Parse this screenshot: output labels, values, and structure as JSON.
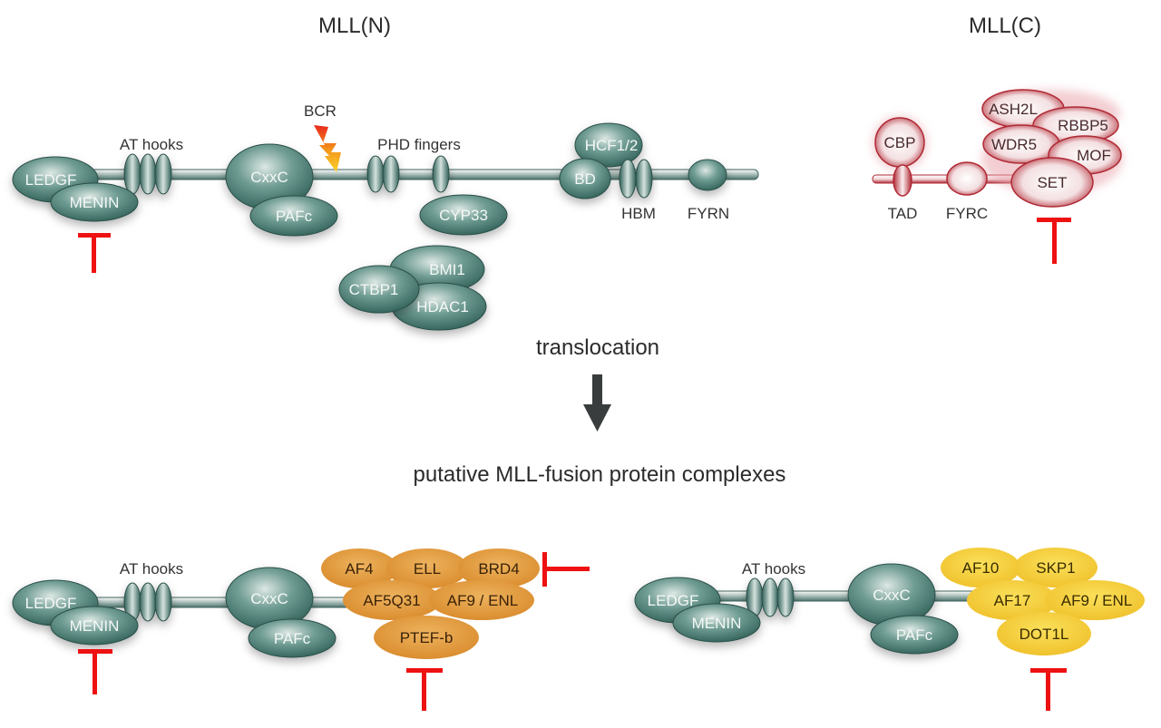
{
  "top": {
    "mll_n": {
      "title": "MLL(N)",
      "at_hooks": "AT hooks",
      "bcr": "BCR",
      "phd": "PHD fingers",
      "ledgf": "LEDGF",
      "menin": "MENIN",
      "cxxc": "CxxC",
      "pafc": "PAFc",
      "cyp33": "CYP33",
      "hcf": "HCF1/2",
      "bd": "BD",
      "hbm": "HBM",
      "fyrn": "FYRN",
      "bmi1": "BMI1",
      "ctbp1": "CTBP1",
      "hdac1": "HDAC1"
    },
    "mll_c": {
      "title": "MLL(C)",
      "cbp": "CBP",
      "ash2l": "ASH2L",
      "rbbp5": "RBBP5",
      "wdr5": "WDR5",
      "mof": "MOF",
      "set": "SET",
      "tad": "TAD",
      "fyrc": "FYRC"
    }
  },
  "middle": {
    "translocation": "translocation",
    "subtitle": "putative MLL-fusion protein complexes"
  },
  "bottom_left": {
    "at_hooks": "AT hooks",
    "ledgf": "LEDGF",
    "menin": "MENIN",
    "cxxc": "CxxC",
    "pafc": "PAFc",
    "af4": "AF4",
    "ell": "ELL",
    "brd4": "BRD4",
    "af5q31": "AF5Q31",
    "af9enl": "AF9 / ENL",
    "ptefb": "PTEF-b"
  },
  "bottom_right": {
    "at_hooks": "AT hooks",
    "ledgf": "LEDGF",
    "menin": "MENIN",
    "cxxc": "CxxC",
    "pafc": "PAFc",
    "af10": "AF10",
    "skp1": "SKP1",
    "af17": "AF17",
    "af9enl": "AF9 / ENL",
    "dot1l": "DOT1L"
  },
  "colors": {
    "teal": "#3f7a70",
    "red": "#b02a35",
    "orange": "#e39a3a",
    "yellow": "#f2c833",
    "inhibitor": "#ee1111",
    "arrow": "#3a3d3d"
  }
}
